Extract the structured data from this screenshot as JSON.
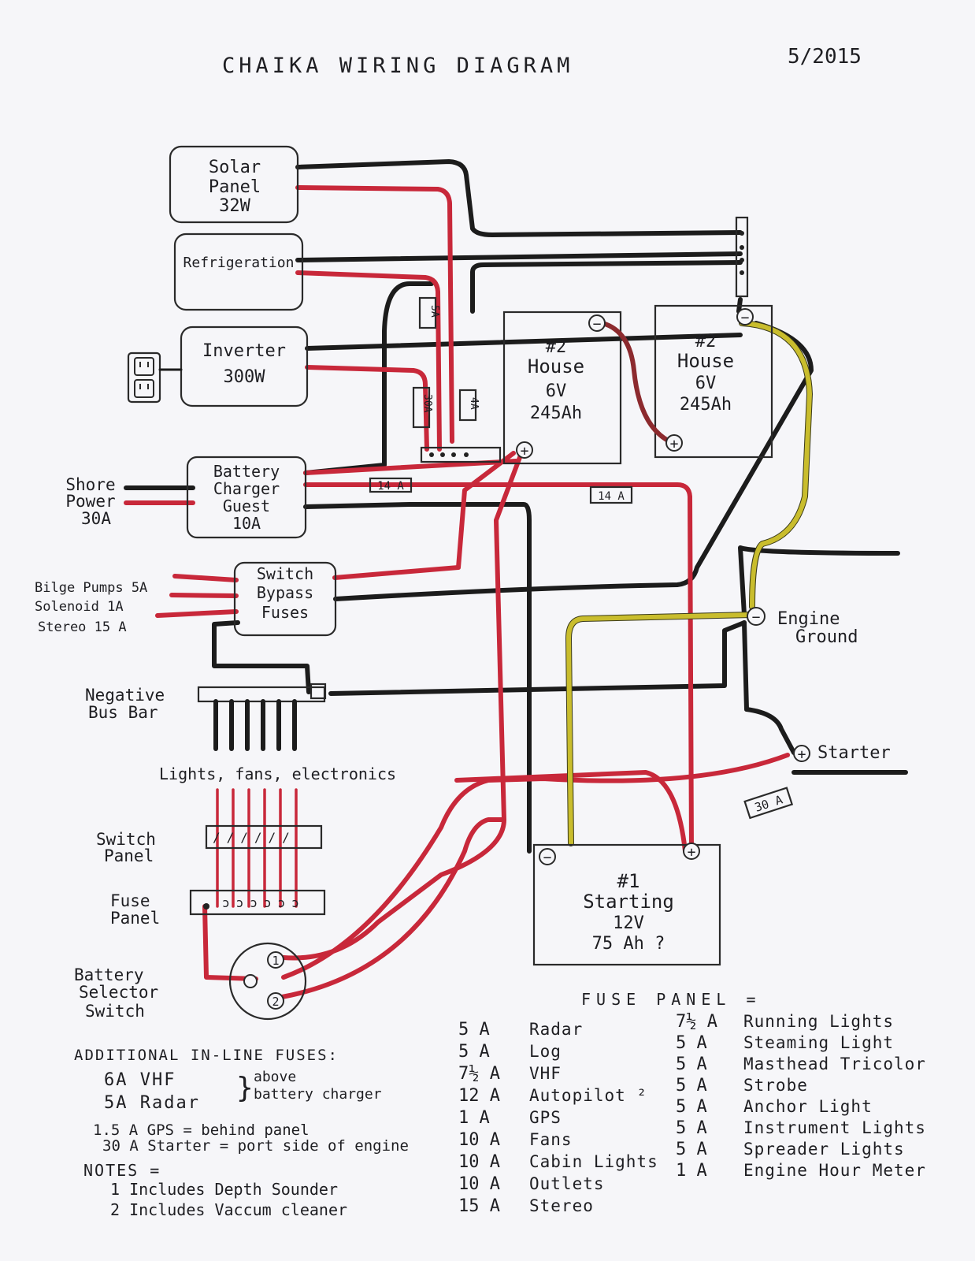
{
  "title": "CHAIKA WIRING DIAGRAM",
  "date": "5/2015",
  "components": {
    "solar_panel": [
      "Solar",
      "Panel",
      "32W"
    ],
    "refrigeration": "Refrigeration",
    "inverter": [
      "Inverter",
      "300W"
    ],
    "battery_charger": [
      "Battery",
      "Charger",
      "Guest",
      "10A"
    ],
    "shore_power": [
      "Shore",
      "Power",
      "30A"
    ],
    "switch_bypass_fuses": [
      "Switch",
      "Bypass",
      "Fuses"
    ],
    "bypass_loads": [
      "Bilge Pumps 5A",
      "Solenoid 1A",
      "Stereo 15 A"
    ],
    "house_battery_left": [
      "#2",
      "House",
      "6V",
      "245Ah"
    ],
    "house_battery_right": [
      "#2",
      "House",
      "6V",
      "245Ah"
    ],
    "starting_battery": [
      "#1",
      "Starting",
      "12V",
      "75 Ah ?"
    ],
    "negative_bus_bar": [
      "Negative",
      "Bus Bar"
    ],
    "lights_label": "Lights, fans, electronics",
    "switch_panel": [
      "Switch",
      "Panel"
    ],
    "fuse_panel": [
      "Fuse",
      "Panel"
    ],
    "battery_selector": [
      "Battery",
      "Selector",
      "Switch"
    ],
    "selector_positions": [
      "1",
      "2"
    ],
    "engine_ground": [
      "Engine",
      "Ground"
    ],
    "starter": "Starter"
  },
  "inline_fuse_tags": {
    "f5a": "5A",
    "f4a": "4A",
    "f30a": "30A",
    "f14a_left": "14 A",
    "f14a_right": "14 A",
    "f30a_starter": "30 A"
  },
  "terminal_symbols": {
    "plus": "+",
    "minus": "−"
  },
  "additional_fuses": {
    "heading": "ADDITIONAL IN-LINE FUSES:",
    "vhf": "6A VHF",
    "radar": "5A Radar",
    "above_note": [
      "above",
      "battery charger"
    ],
    "gps": "1.5 A  GPS = behind panel",
    "starter": "30 A  Starter = port side of engine"
  },
  "notes": {
    "heading": "NOTES =",
    "items": [
      "1 Includes Depth Sounder",
      "2 Includes Vaccum cleaner"
    ]
  },
  "fuse_panel_list": {
    "heading": "FUSE PANEL =",
    "column1": [
      {
        "amps": "5 A",
        "item": "Radar"
      },
      {
        "amps": "5 A",
        "item": "Log"
      },
      {
        "amps": "7½ A",
        "item": "VHF"
      },
      {
        "amps": "12 A",
        "item": "Autopilot ²"
      },
      {
        "amps": "1 A",
        "item": "GPS"
      },
      {
        "amps": "10 A",
        "item": "Fans"
      },
      {
        "amps": "10 A",
        "item": "Cabin Lights"
      },
      {
        "amps": "10 A",
        "item": "Outlets"
      },
      {
        "amps": "15 A",
        "item": "Stereo"
      }
    ],
    "column2": [
      {
        "amps": "7½ A",
        "item": "Running Lights"
      },
      {
        "amps": "5 A",
        "item": "Steaming Light"
      },
      {
        "amps": "5 A",
        "item": "Masthead Tricolor"
      },
      {
        "amps": "5 A",
        "item": "Strobe"
      },
      {
        "amps": "5 A",
        "item": "Anchor Light"
      },
      {
        "amps": "5 A",
        "item": "Instrument Lights"
      },
      {
        "amps": "5 A",
        "item": "Spreader Lights"
      },
      {
        "amps": "1 A",
        "item": "Engine Hour Meter"
      }
    ]
  }
}
